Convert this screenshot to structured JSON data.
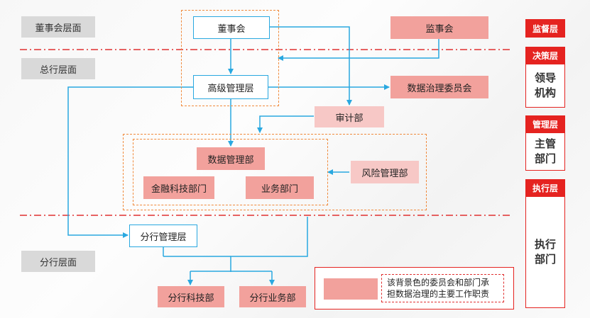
{
  "levels": {
    "board": "董事会层面",
    "head_office": "总行层面",
    "branch": "分行层面"
  },
  "nodes": {
    "board_of_directors": "董事会",
    "supervisory_board": "监事会",
    "senior_management": "高级管理层",
    "data_governance_committee": "数据治理委员会",
    "audit_dept": "审计部",
    "data_management_dept": "数据管理部",
    "fintech_dept": "金融科技部门",
    "business_dept": "业务部门",
    "risk_management_dept": "风险管理部",
    "branch_management": "分行管理层",
    "branch_tech_dept": "分行科技部",
    "branch_business_dept": "分行业务部"
  },
  "side": {
    "supervision_tag": "监督层",
    "decision_tag": "决策层",
    "leadership": "领导\n机构",
    "management_tag": "管理层",
    "management_dept": "主管\n部门",
    "execution_tag": "执行层",
    "execution_dept": "执行\n部门"
  },
  "legend": {
    "text": "该背景色的委员会和部门承\n担数据治理的主要工作职责"
  },
  "colors": {
    "accent_blue": "#29a8e0",
    "core_pink": "#f2a19c",
    "light_pink": "#f7c8c6",
    "tag_red": "#e52320",
    "dash_orange": "#f08a3c",
    "divider_red": "#e03030"
  }
}
